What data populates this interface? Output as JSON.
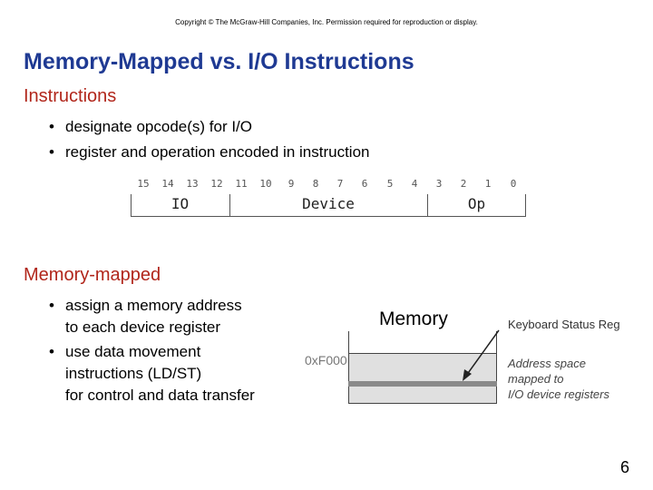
{
  "copyright": "Copyright © The McGraw-Hill Companies, Inc. Permission required for reproduction or display.",
  "title": "Memory-Mapped vs. I/O Instructions",
  "section1": {
    "heading": "Instructions",
    "bullets": [
      "designate opcode(s) for I/O",
      "register and operation encoded in instruction"
    ]
  },
  "format": {
    "bits": [
      "15",
      "14",
      "13",
      "12",
      "11",
      "10",
      "9",
      "8",
      "7",
      "6",
      "5",
      "4",
      "3",
      "2",
      "1",
      "0"
    ],
    "fields": [
      "IO",
      "Device",
      "Op"
    ]
  },
  "section2": {
    "heading": "Memory-mapped",
    "bullet1": {
      "line1": "assign a memory address",
      "line2": "to each device register"
    },
    "bullet2": {
      "line1": "use data movement",
      "line2": "instructions (LD/ST)",
      "line3": "for control and data transfer"
    }
  },
  "memory_figure": {
    "label": "Memory",
    "address": "0xF000",
    "keyboard_label": "Keyboard Status Reg",
    "annotation": {
      "line1": "Address space",
      "line2": "mapped to",
      "line3": "I/O device registers"
    }
  },
  "page_number": "6"
}
